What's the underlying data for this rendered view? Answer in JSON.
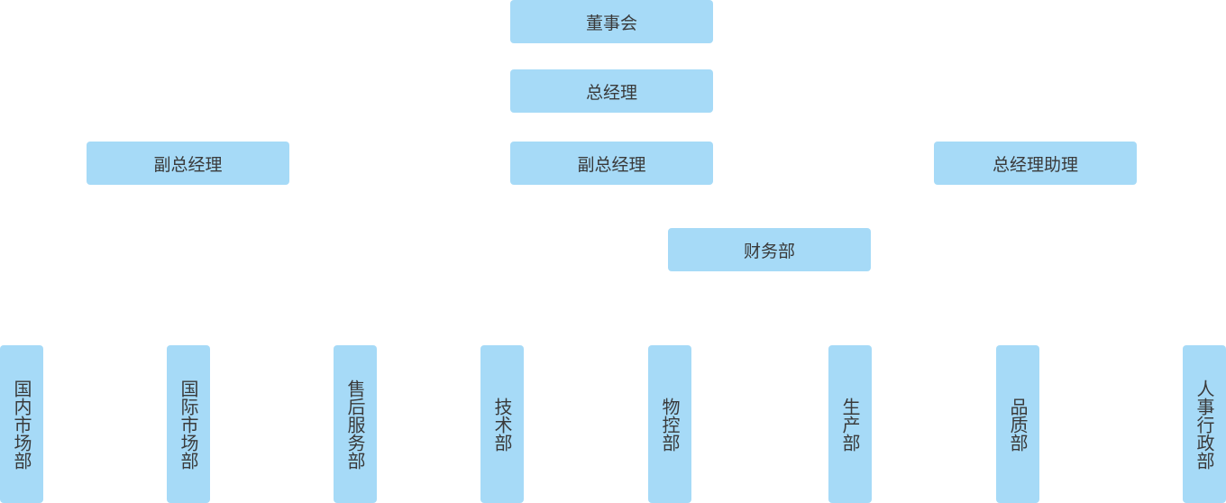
{
  "top": {
    "board": "董事会",
    "general_manager": "总经理"
  },
  "level2": {
    "vp_left": "副总经理",
    "vp_center": "副总经理",
    "gm_assistant": "总经理助理"
  },
  "finance": "财务部",
  "departments": [
    "国内市场部",
    "国际市场部",
    "售后服务部",
    "技术部",
    "物控部",
    "生产部",
    "品质部",
    "人事行政部"
  ],
  "colors": {
    "node_fill": "#a6daf7",
    "text": "#3a3a3a",
    "background": "#ffffff"
  }
}
